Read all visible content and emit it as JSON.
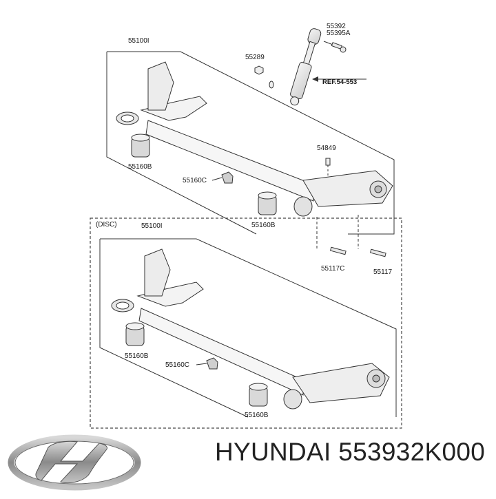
{
  "labels": {
    "top_assembly": "55100I",
    "bolt_top": "55392",
    "bolt_top_b": "55395A",
    "nut": "55289",
    "ref": "REF.54-553",
    "bolt_mid": "54849",
    "bushing_left": "55160B",
    "cap": "55160C",
    "bushing_right": "55160B",
    "bolt_lower_a": "55117C",
    "bolt_lower_b": "55117",
    "disc_note": "(DISC)",
    "disc_assembly": "55100I",
    "disc_bushing_left": "55160B",
    "disc_cap": "55160C",
    "disc_bushing_right": "55160B"
  },
  "brand": {
    "logo_icon": "hyundai-logo",
    "caption": "HYUNDAI 553932K000"
  }
}
